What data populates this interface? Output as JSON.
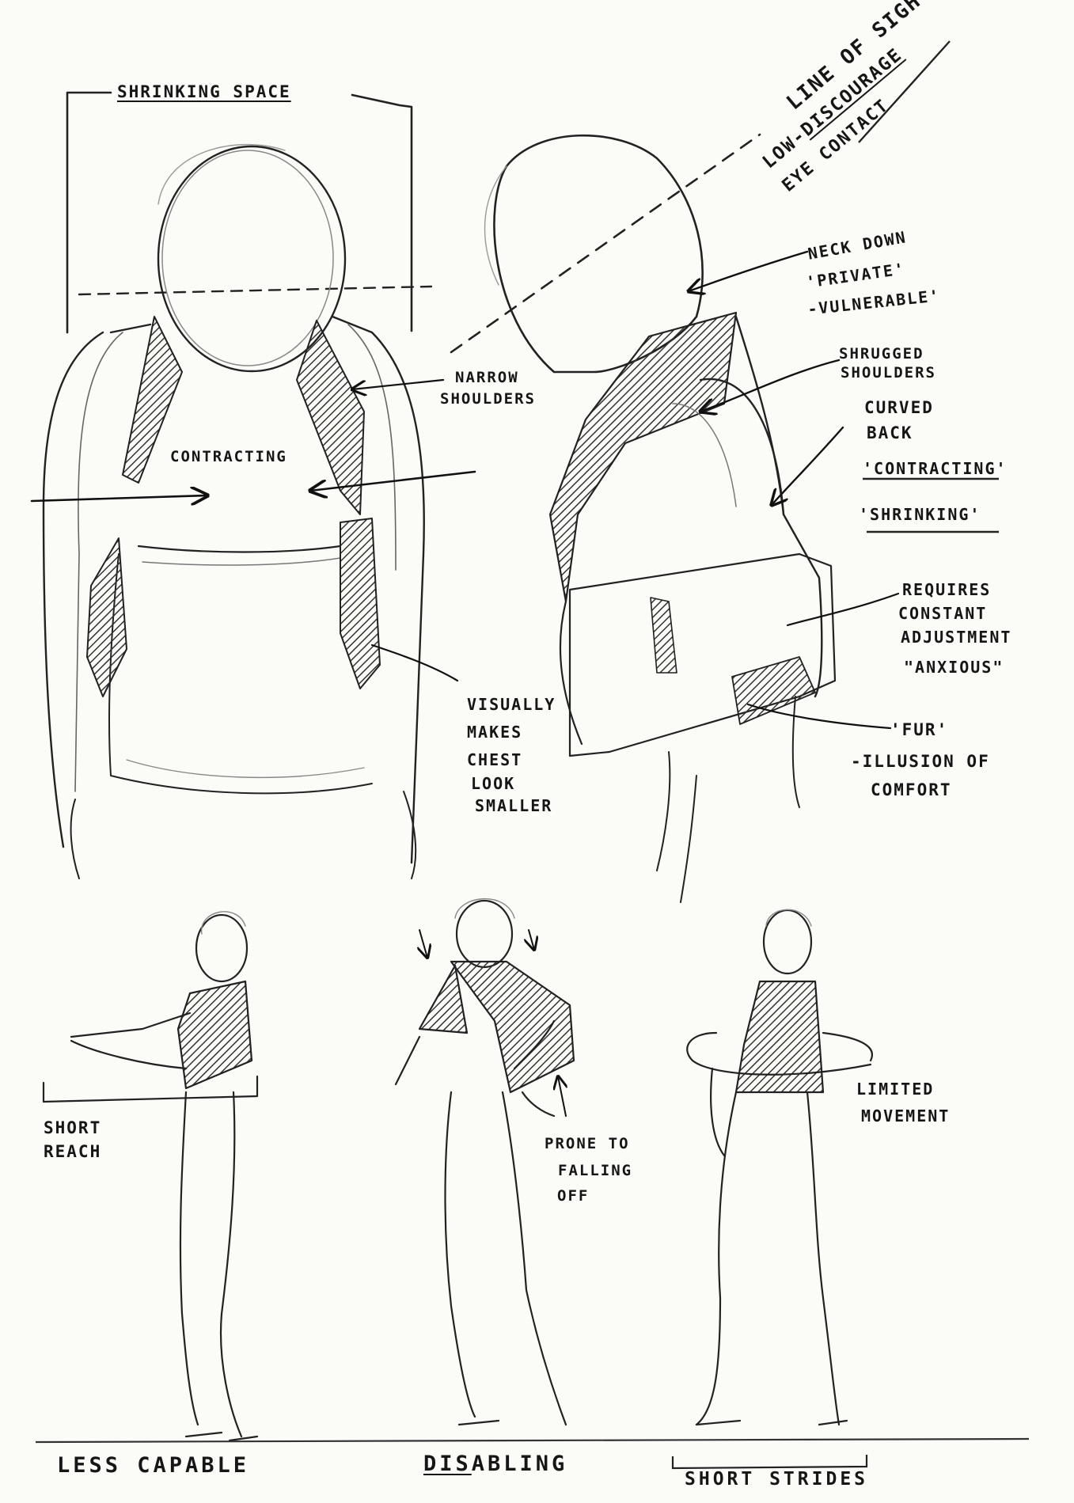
{
  "sketch_page": {
    "annotations": {
      "shrinking_space": "SHRINKING SPACE",
      "line_of_sight_1": "LINE OF SIGHT",
      "line_of_sight_2_prefix": "LOW-",
      "line_of_sight_2_emph": "DISCOURAGE",
      "line_of_sight_3": "EYE CONTACT",
      "neck_down_1": "NECK DOWN",
      "neck_down_2": "'PRIVATE'",
      "neck_down_3": "-VULNERABLE'",
      "narrow_1": "NARROW",
      "narrow_2": "SHOULDERS",
      "contracting_front": "CONTRACTING",
      "shrugged_1": "SHRUGGED",
      "shrugged_2": "SHOULDERS",
      "curved_1": "CURVED",
      "curved_2": "BACK",
      "contracting_q": "'CONTRACTING'",
      "shrinking_q": "'SHRINKING'",
      "requires_1": "REQUIRES",
      "requires_2": "CONSTANT",
      "requires_3": "ADJUSTMENT",
      "requires_4": "\"ANXIOUS\"",
      "visually_1": "VISUALLY",
      "visually_2": "MAKES",
      "visually_3": "CHEST",
      "visually_4": "LOOK",
      "visually_5": "SMALLER",
      "fur_1": "'FUR'",
      "fur_2": "-ILLUSION OF",
      "fur_3": "COMFORT",
      "short_reach_1": "SHORT",
      "short_reach_2": "REACH",
      "prone_1": "PRONE TO",
      "prone_2": "FALLING",
      "prone_3": "OFF",
      "limited_1": "LIMITED",
      "limited_2": "MOVEMENT"
    },
    "captions": {
      "less_capable": "LESS CAPABLE",
      "disabling_emph": "DIS",
      "disabling_rest": "ABLING",
      "short_strides": "SHORT STRIDES"
    }
  },
  "style": {
    "ink": "#161616",
    "pencil": "#555555",
    "hatch": "#3a3a3a",
    "paper": "#fbfbf8"
  }
}
